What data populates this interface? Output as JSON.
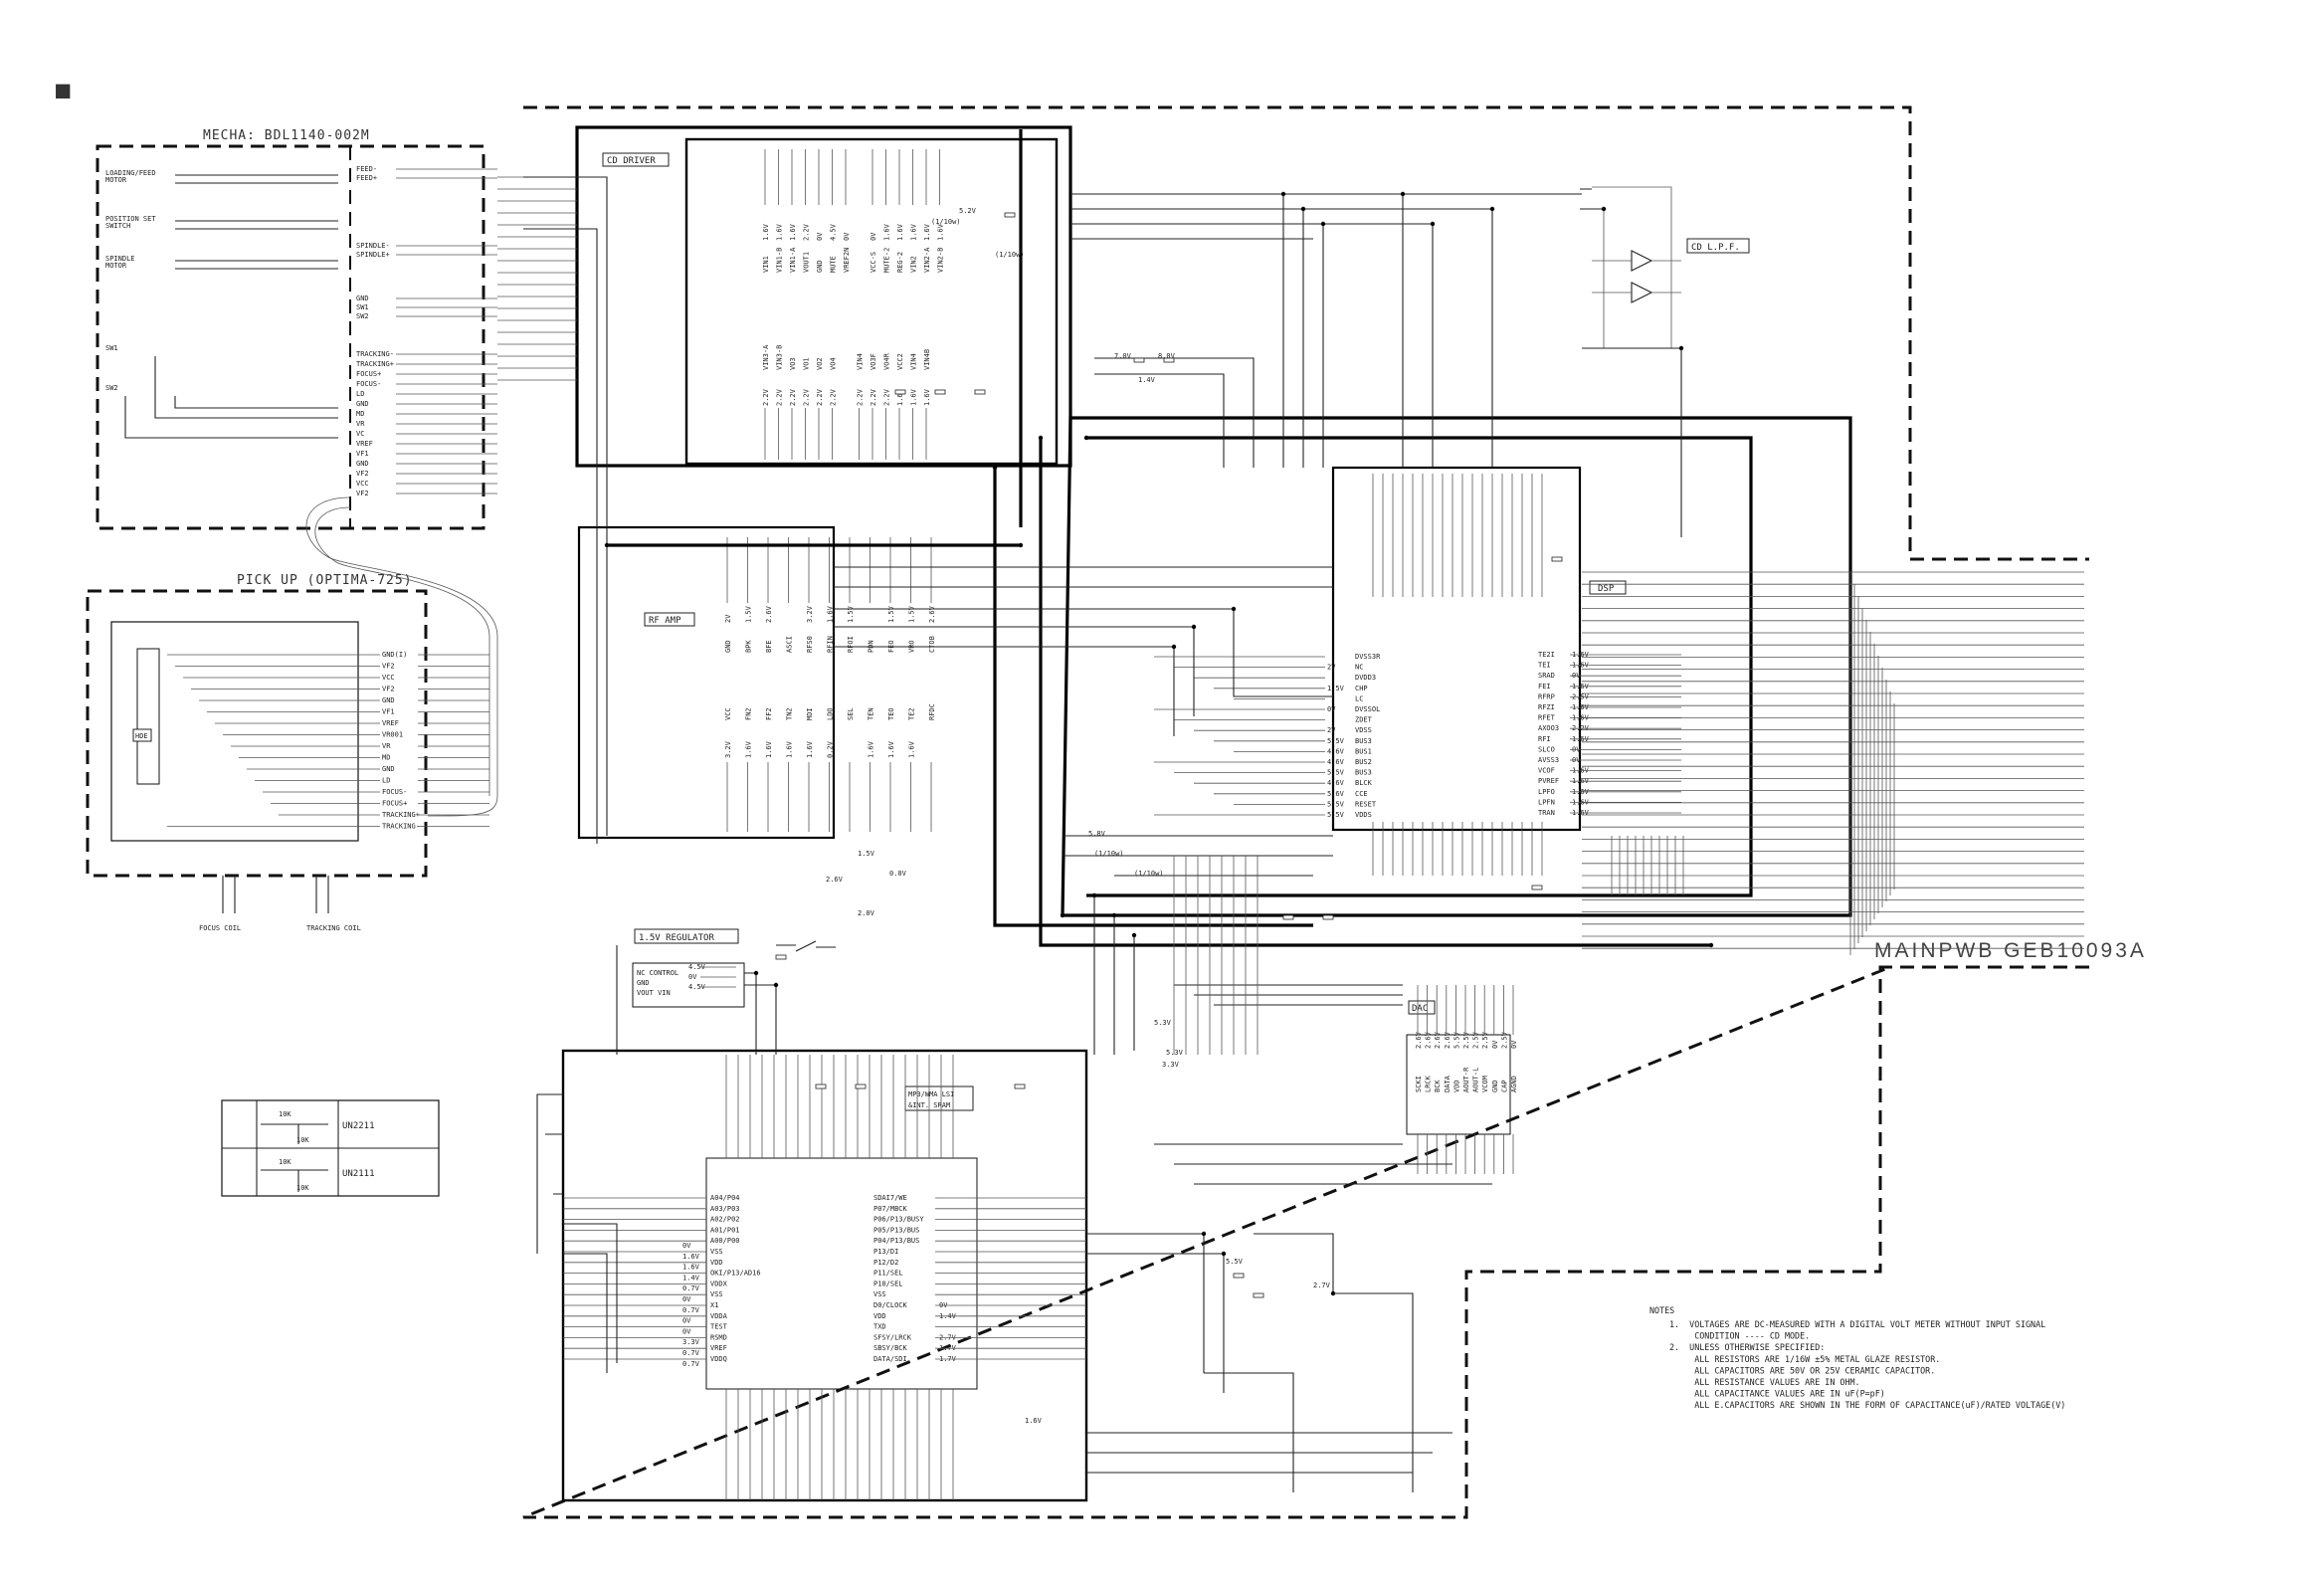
{
  "header": {
    "marker": "■"
  },
  "mecha": {
    "title": "MECHA: BDL1140-002M",
    "left_labels": [
      "LOADING/FEED MOTOR",
      "POSITION SET SWITCH",
      "SPINDLE MOTOR",
      "SW1",
      "SW2"
    ],
    "connector_pins": [
      "FEED-",
      "FEED+",
      "SPINDLE-",
      "SPINDLE+",
      "GND",
      "SW1",
      "SW2",
      "TRACKING-",
      "TRACKING+",
      "FOCUS+",
      "FOCUS-",
      "LD",
      "GND",
      "MD",
      "VR",
      "VC",
      "VREF",
      "VF1",
      "GND",
      "VF2",
      "VCC",
      "VF2"
    ]
  },
  "pickup": {
    "title": "PICK UP   (OPTIMA-725)",
    "hde_label": "HDE",
    "pins": [
      "GND(I)",
      "VF2",
      "VCC",
      "VF2",
      "GND",
      "VF1",
      "VREF",
      "VR001",
      "VR",
      "MD",
      "GND",
      "LD",
      "FOCUS-",
      "FOCUS+",
      "TRACKING+",
      "TRACKING-"
    ],
    "coils": [
      "FOCUS COIL",
      "TRACKING COIL"
    ]
  },
  "blocks": {
    "cd_driver": "CD DRIVER",
    "cd_lpf": "CD L.P.F.",
    "rf_amp": "RF AMP",
    "dsp": "DSP",
    "regulator": "1.5V REGULATOR",
    "dac": "DAC",
    "mp3": [
      "MP3/WMA LSI",
      "&INT. SRAM"
    ]
  },
  "transistors": {
    "rows": [
      {
        "r1": "10K",
        "r2": "10K",
        "part": "UN2211"
      },
      {
        "r1": "10K",
        "r2": "10K",
        "part": "UN2111"
      }
    ]
  },
  "pwb_label": "MAINPWB GEB10093A",
  "notes": {
    "title": "NOTES",
    "lines": [
      "1.  VOLTAGES ARE DC-MEASURED WITH A DIGITAL VOLT METER WITHOUT INPUT SIGNAL",
      "     CONDITION ---- CD MODE.",
      "2.  UNLESS OTHERWISE SPECIFIED:",
      "     ALL RESISTORS ARE 1/16W ±5% METAL GLAZE RESISTOR.",
      "     ALL CAPACITORS ARE 50V OR 25V CERAMIC CAPACITOR.",
      "     ALL RESISTANCE VALUES ARE IN OHM.",
      "     ALL CAPACITANCE VALUES ARE IN uF(P=pF)",
      "     ALL E.CAPACITORS ARE SHOWN IN THE FORM OF CAPACITANCE(uF)/RATED VOLTAGE(V)"
    ]
  },
  "dsp_pins_right": {
    "names": [
      "TE2I",
      "TEI",
      "SRAD",
      "FEI",
      "RFRP",
      "RFZI",
      "RFET",
      "AXOO3",
      "RFI",
      "SLCO",
      "AVSS3",
      "VCOF",
      "PVREF",
      "LPFO",
      "LPFN",
      "TRAN"
    ],
    "voltages": [
      "1.6V",
      "1.6V",
      "0V",
      "1.6V",
      "2.5V",
      "1.6V",
      "1.6V",
      "2.2V",
      "1.6V",
      "0V",
      "0V",
      "1.6V",
      "1.6V",
      "1.6V",
      "1.6V",
      "1.6V"
    ]
  },
  "dsp_pins_left": {
    "names": [
      "DVSS3R",
      "NC",
      "DVDD3",
      "CHP",
      "LC",
      "DVSSOL",
      "ZDET",
      "VDSS",
      "BUS3",
      "BUS1",
      "BUS2",
      "BUS3",
      "BLCK",
      "CCE",
      "RESET",
      "VDDS"
    ],
    "voltages": [
      "",
      "2V",
      "",
      "1.5V",
      "",
      "0V",
      "",
      "2V",
      "5.5V",
      "4.6V",
      "4.6V",
      "5.5V",
      "4.6V",
      "5.6V",
      "5.5V",
      "5.5V"
    ]
  },
  "rf_pins_top": {
    "names": [
      "GND",
      "BPK",
      "BFE",
      "ASCI",
      "RFS0",
      "RFIN",
      "RFOI",
      "PDN",
      "FEO",
      "VRO",
      "CTOB"
    ],
    "voltages": [
      "2V",
      "1.5V",
      "2.6V",
      "",
      "3.2V",
      "1.6V",
      "1.5V",
      "",
      "1.5V",
      "1.5V",
      "2.6V"
    ]
  },
  "rf_pins_bottom": {
    "names": [
      "VCC",
      "FN2",
      "FF2",
      "TN2",
      "MDI",
      "LDO",
      "SEL",
      "TEN",
      "TEO",
      "TE2",
      "RFDC"
    ],
    "voltages": [
      "3.2V",
      "1.6V",
      "1.6V",
      "1.6V",
      "1.6V",
      "0.2V",
      "",
      "1.6V",
      "1.6V",
      "1.6V",
      ""
    ]
  },
  "cd_driver_pins": {
    "top": [
      "VIN1",
      "VIN1-B",
      "VIN1-A",
      "VOUT1",
      "GND",
      "MUTE",
      "VREF2N",
      "",
      "VCC-S",
      "MUTE-2",
      "REG-2",
      "VIN2",
      "VIN2-A",
      "VIN2-B"
    ],
    "top_v": [
      "1.6V",
      "1.6V",
      "1.6V",
      "2.2V",
      "0V",
      "4.5V",
      "0V",
      "",
      "0V",
      "1.6V",
      "1.6V",
      "1.6V",
      "1.6V",
      "1.6V"
    ],
    "bottom": [
      "VIN3-A",
      "VIN3-B",
      "VO3",
      "VO1",
      "VO2",
      "VO4",
      "",
      "VIN4",
      "VO3F",
      "VO4R",
      "VCC2",
      "VIN4",
      "VIN4B"
    ],
    "bottom_v": [
      "2.2V",
      "2.2V",
      "2.2V",
      "2.2V",
      "2.2V",
      "2.2V",
      "",
      "2.2V",
      "2.2V",
      "2.2V",
      "1.6V",
      "1.6V",
      "1.6V"
    ]
  },
  "dac_pins": [
    "SCKI",
    "LRCK",
    "BCK",
    "DATA",
    "VDD",
    "AOUT-R",
    "AOUT-L",
    "VCOM",
    "GND",
    "CAP",
    "AGND"
  ],
  "dac_voltages": [
    "2.6V",
    "2.6V",
    "2.6V",
    "2.6V",
    "5.5V",
    "2.5V",
    "2.5V",
    "2.5V",
    "0V",
    "2.5V",
    "0V"
  ],
  "mp3_left_pins": [
    "A04/P04",
    "A03/P03",
    "A02/P02",
    "A01/P01",
    "A00/P00",
    "VSS",
    "VDD",
    "OKI/P13/AD16",
    "VDDX",
    "VSS",
    "X1",
    "VDDA",
    "TEST",
    "RSMD",
    "VREF",
    "VDDQ"
  ],
  "mp3_left_v": [
    "0V",
    "1.6V",
    "1.6V",
    "1.4V",
    "0.7V",
    "0V",
    "0.7V",
    "0V",
    "0V",
    "3.3V",
    "0.7V",
    "0.7V",
    "",
    "",
    "",
    ""
  ],
  "mp3_right_pins": [
    "SDAI7/WE",
    "P07/MBCK",
    "P06/P13/BUSY",
    "P05/P13/BUS",
    "P04/P13/BUS",
    "P13/DI",
    "P12/D2",
    "P11/SEL",
    "P10/SEL",
    "VSS",
    "D0/CLOCK",
    "VDD",
    "TXD",
    "SFSY/LRCK",
    "SBSY/BCK",
    "DATA/SDI"
  ],
  "mp3_right_v": [
    "",
    "",
    "",
    "",
    "",
    "",
    "",
    "",
    "",
    "",
    "0V",
    "1.4V",
    "",
    "2.7V",
    "1.7V",
    "1.7V"
  ],
  "regulator_pins": {
    "left": [
      "NC CONTROL",
      "GND",
      "VOUT  VIN"
    ],
    "right": [
      "4.5V",
      "0V",
      "4.5V"
    ]
  },
  "misc_voltages": [
    "5.2V",
    "(1/10w)",
    "(1/10w)",
    "7.0V",
    "8.0V",
    "1.4V",
    "5.8V",
    "(1/10w)",
    "(1/10w)",
    "5.3V",
    "5.3V",
    "3.3V",
    "5.5V",
    "2.7V",
    "1.6V",
    "2.0V",
    "2.6V",
    "1.5V",
    "0.0V"
  ]
}
